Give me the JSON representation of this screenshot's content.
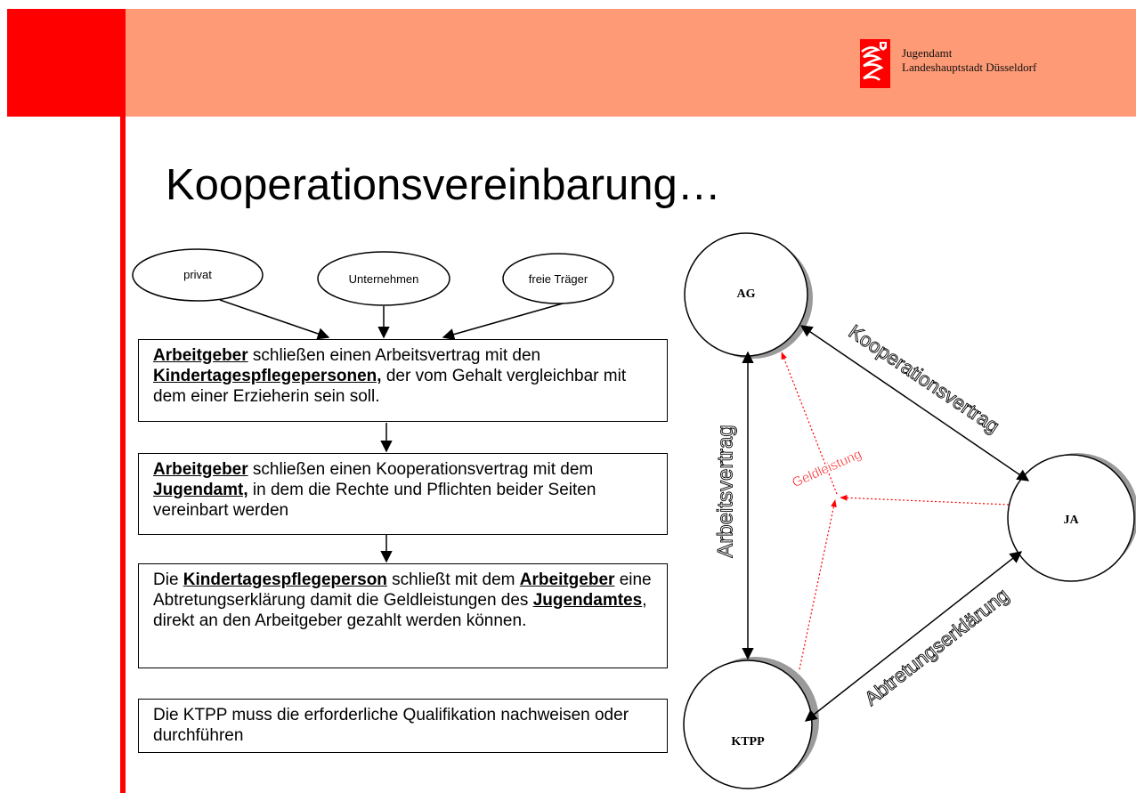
{
  "header": {
    "org_line1": "Jugendamt",
    "org_line2": "Landeshauptstadt Düsseldorf",
    "brand_color": "#ff0000",
    "band_color": "#fe9a76"
  },
  "title": "Kooperationsvereinbarung…",
  "flow": {
    "sources": [
      "privat",
      "Unternehmen",
      "freie Träger"
    ],
    "boxes": [
      {
        "p1": "Arbeitgeber",
        "p2": " schließen einen Arbeitsvertrag mit den ",
        "p3": "Kindertagespflegepersonen,",
        "p4": " der vom Gehalt vergleichbar mit dem einer Erzieherin sein soll."
      },
      {
        "p1": "Arbeitgeber",
        "p2": " schließen einen Kooperationsvertrag mit dem ",
        "p3": "Jugendamt,",
        "p4": " in dem die Rechte und Pflichten beider Seiten vereinbart werden"
      },
      {
        "p1": "Die ",
        "p2": "Kindertagespflegeperson",
        "p3": " schließt mit dem ",
        "p4": "Arbeitgeber",
        "p5": " eine Abtretungserklärung damit die Geldleistungen des ",
        "p6": "Jugendamtes",
        "p7": ", direkt an den Arbeitgeber gezahlt werden können."
      },
      {
        "text": "Die KTPP muss die erforderliche Qualifikation nachweisen oder durchführen"
      }
    ]
  },
  "triangle": {
    "nodes": {
      "ag": "AG",
      "ja": "JA",
      "ktpp": "KTPP"
    },
    "edges": {
      "ag_ja": "Kooperationsvertrag",
      "ag_ktpp": "Arbeitsvertrag",
      "ktpp_ja": "Abtretungserklärung",
      "money": "Geldleistung"
    },
    "money_color": "#ff0000"
  }
}
